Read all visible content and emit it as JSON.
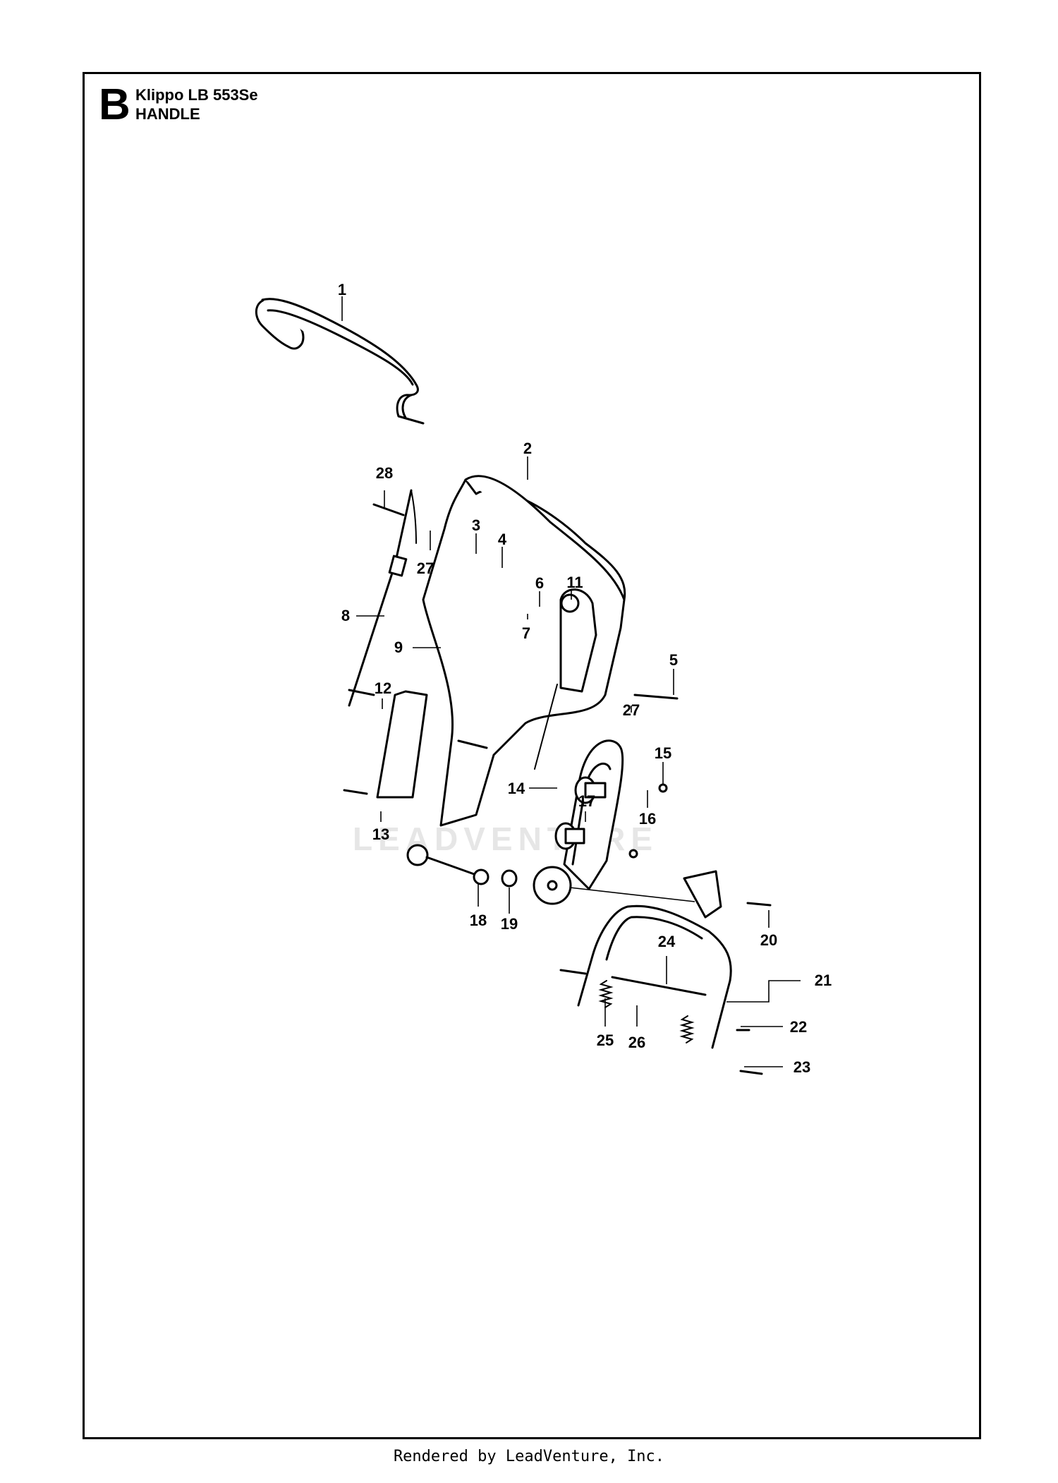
{
  "header": {
    "section_letter": "B",
    "model": "Klippo LB 553Se",
    "assembly": "HANDLE"
  },
  "watermark": "LEADVENTURE",
  "footer": "Rendered by LeadVenture, Inc.",
  "callouts": [
    "1",
    "2",
    "3",
    "4",
    "5",
    "6",
    "7",
    "8",
    "9",
    "11",
    "12",
    "13",
    "14",
    "15",
    "16",
    "17",
    "18",
    "19",
    "20",
    "21",
    "22",
    "23",
    "24",
    "25",
    "26",
    "27",
    "27",
    "28"
  ],
  "colors": {
    "ink": "#000000",
    "watermark": "#e6e6e6"
  }
}
